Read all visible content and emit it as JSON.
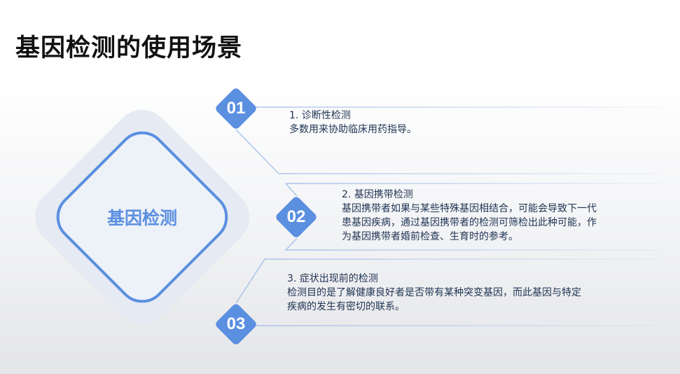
{
  "title": "基因检测的使用场景",
  "center_label": "基因检测",
  "accent_color": "#5b8fe0",
  "items": [
    {
      "number": "01",
      "heading": "1. 诊断性检测",
      "lines": [
        "多数用来协助临床用药指导。"
      ]
    },
    {
      "number": "02",
      "heading": "2. 基因携带检测",
      "lines": [
        "基因携带者如果与某些特殊基因相结合，可能会导致下一代",
        "患基因疾病，通过基因携带者的检测可筛检出此种可能，作",
        "为基因携带者婚前检查、生育时的参考。"
      ]
    },
    {
      "number": "03",
      "heading": "3. 症状出现前的检测",
      "lines": [
        "检测目的是了解健康良好者是否带有某种突变基因，而此基因与特定",
        "疾病的发生有密切的联系。"
      ]
    }
  ]
}
